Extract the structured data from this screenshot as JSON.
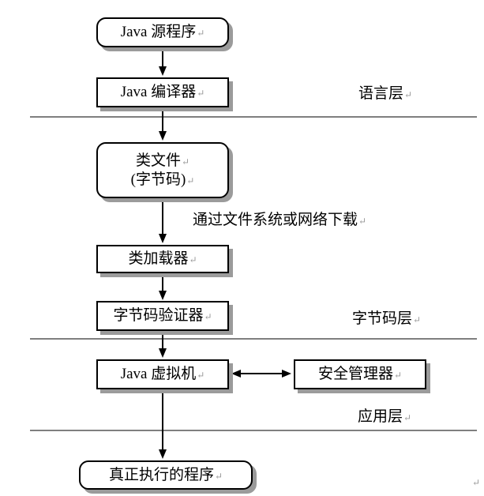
{
  "diagram": {
    "nodes": {
      "source": {
        "label": "Java 源程序"
      },
      "compiler": {
        "label": "Java 编译器"
      },
      "classfile": {
        "line1": "类文件",
        "line2": "(字节码)"
      },
      "loader": {
        "label": "类加载器"
      },
      "verifier": {
        "label": "字节码验证器"
      },
      "jvm": {
        "label": "Java 虚拟机"
      },
      "security": {
        "label": "安全管理器"
      },
      "program": {
        "label": "真正执行的程序"
      }
    },
    "annotations": {
      "download": "通过文件系统或网络下载",
      "layer_language": "语言层",
      "layer_bytecode": "字节码层",
      "layer_application": "应用层"
    },
    "return_mark": "↵",
    "colors": {
      "border": "#000000",
      "shadow": "#9b9b9b",
      "separator": "#7f7f7f",
      "background": "#ffffff",
      "arrow": "#000000"
    }
  }
}
